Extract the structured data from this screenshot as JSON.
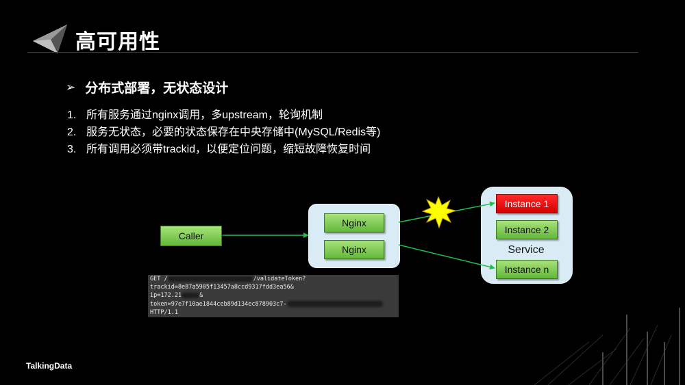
{
  "header": {
    "title": "高可用性"
  },
  "bullet": {
    "arrow": "➢",
    "heading": "分布式部署，无状态设计"
  },
  "points": [
    {
      "num": "1.",
      "text": "所有服务通过nginx调用，多upstream，轮询机制"
    },
    {
      "num": "2.",
      "text": "服务无状态，必要的状态保存在中央存储中(MySQL/Redis等)"
    },
    {
      "num": "3.",
      "text": "所有调用必须带trackid，以便定位问题，缩短故障恢复时间"
    }
  ],
  "diagram": {
    "caller": "Caller",
    "nginx": [
      "Nginx",
      "Nginx"
    ],
    "instances": [
      "Instance 1",
      "Instance 2",
      "Instance n"
    ],
    "service_label": "Service",
    "colors": {
      "ok": "#62b83a",
      "fail": "#e00000",
      "arrow": "#1fbf4a",
      "burst": "#ffff00"
    }
  },
  "request": {
    "lines": [
      "GET /",
      "/validateToken?",
      "trackid=8e87a5905f13457a8ccd9317fdd3ea56&",
      "ip=172.21",
      "&",
      "token=97e7f10ae1844ceb89d134ec878903c7-",
      "HTTP/1.1"
    ]
  },
  "footer": {
    "brand": "TalkingData"
  }
}
